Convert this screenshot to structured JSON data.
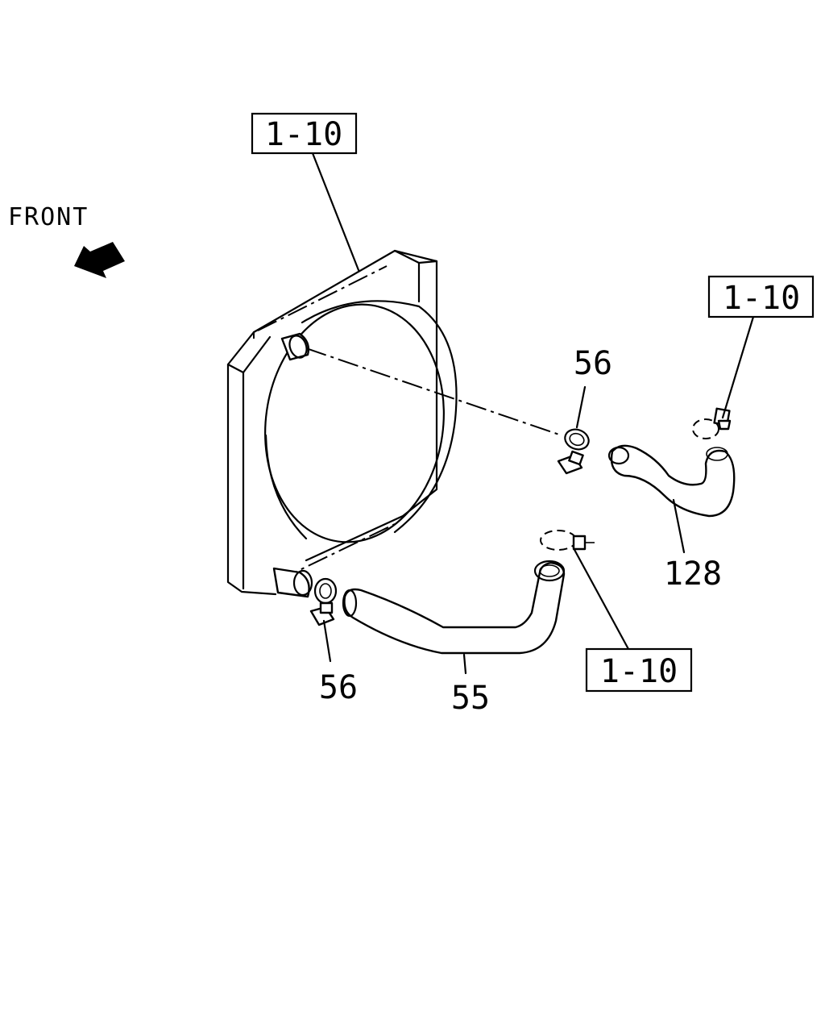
{
  "orientation": {
    "label": "FRONT",
    "arrow_icon": "front-arrow-icon"
  },
  "references": [
    {
      "id": "ref-top",
      "text": "1-10"
    },
    {
      "id": "ref-right",
      "text": "1-10"
    },
    {
      "id": "ref-bottom",
      "text": "1-10"
    }
  ],
  "parts": [
    {
      "id": "clamp-upper",
      "number": "56"
    },
    {
      "id": "clamp-lower",
      "number": "56"
    },
    {
      "id": "hose-upper",
      "number": "128"
    },
    {
      "id": "hose-lower",
      "number": "55"
    }
  ]
}
